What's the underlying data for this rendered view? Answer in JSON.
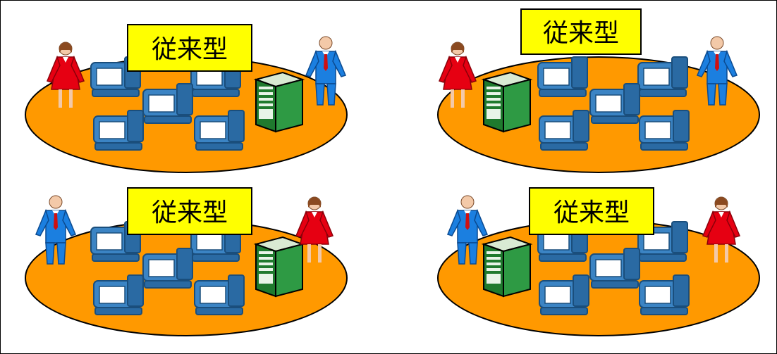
{
  "colors": {
    "platform": "#ff9900",
    "label_bg": "#ffff00",
    "computer": "#2f73ad",
    "server": "#1f7a2e",
    "woman": "#e60012",
    "man": "#1b7fe0"
  },
  "clusters": [
    {
      "label": "従来型",
      "left_person": "woman",
      "right_person": "man",
      "server_side": "right"
    },
    {
      "label": "従来型",
      "left_person": "woman",
      "right_person": "man",
      "server_side": "left"
    },
    {
      "label": "従来型",
      "left_person": "man",
      "right_person": "woman",
      "server_side": "right"
    },
    {
      "label": "従来型",
      "left_person": "man",
      "right_person": "woman",
      "server_side": "left"
    }
  ]
}
